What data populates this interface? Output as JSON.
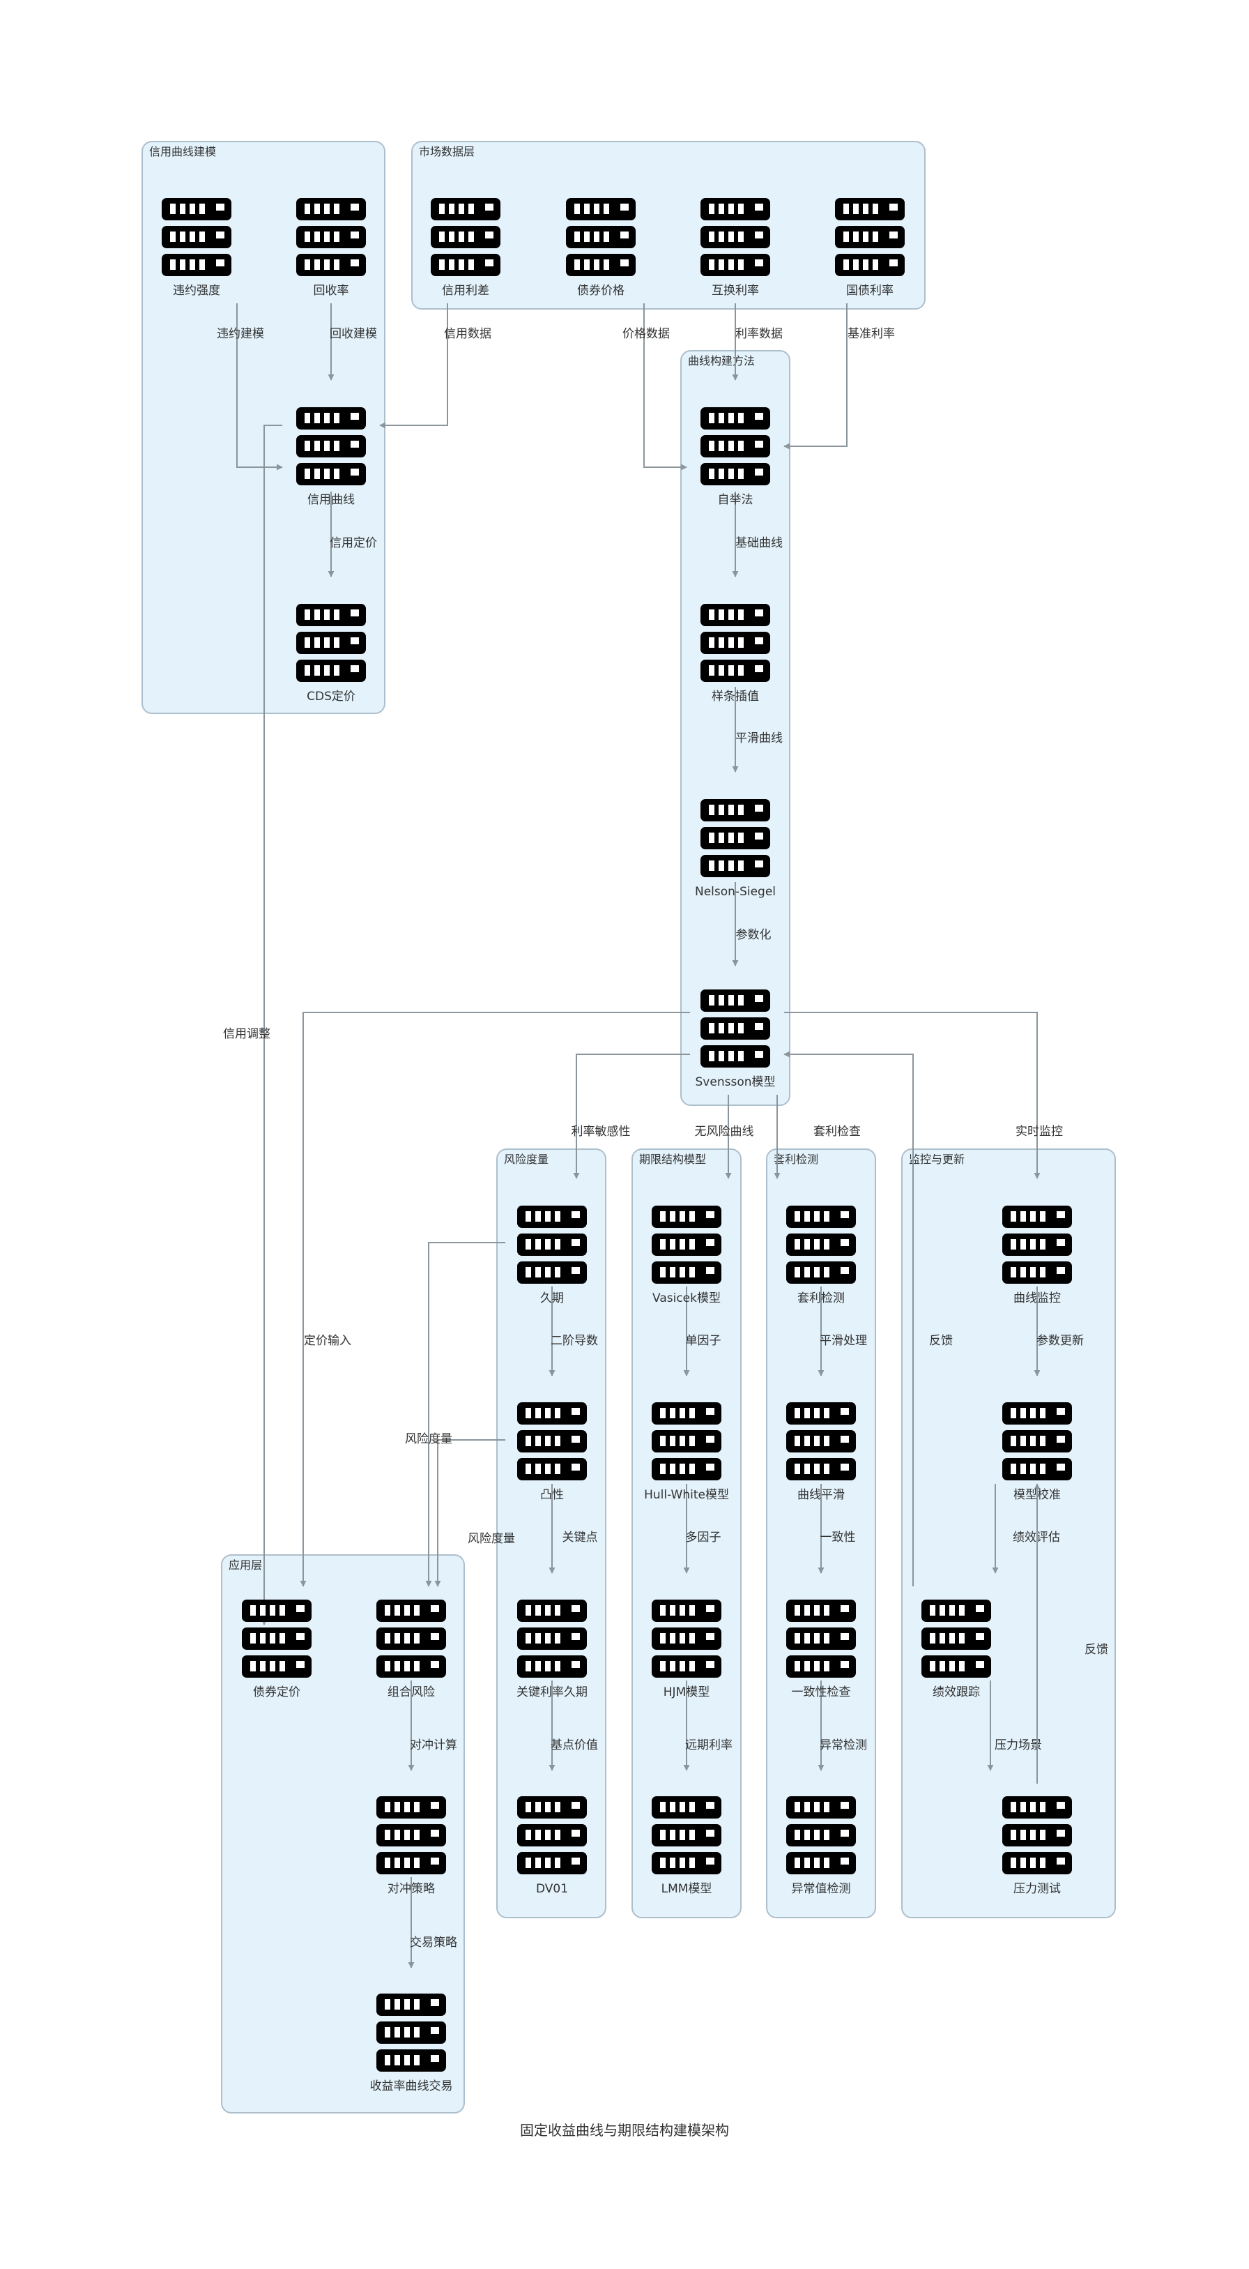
{
  "title": "固定收益曲线与期限结构建模架构",
  "colors": {
    "group_fill": "#e3f2fb",
    "group_stroke": "#aebfcc",
    "edge": "#8a959c",
    "icon": "#000000"
  },
  "icon": "server-rack-icon",
  "groups": [
    {
      "id": "credit",
      "label": "信用曲线建模"
    },
    {
      "id": "market",
      "label": "市场数据层"
    },
    {
      "id": "curve",
      "label": "曲线构建方法"
    },
    {
      "id": "risk",
      "label": "风险度量"
    },
    {
      "id": "term",
      "label": "期限结构模型"
    },
    {
      "id": "arb",
      "label": "套利检测"
    },
    {
      "id": "monitor",
      "label": "监控与更新"
    },
    {
      "id": "app",
      "label": "应用层"
    }
  ],
  "nodes": [
    {
      "id": "default_intensity",
      "label": "违约强度"
    },
    {
      "id": "recovery",
      "label": "回收率"
    },
    {
      "id": "credit_curve",
      "label": "信用曲线"
    },
    {
      "id": "cds",
      "label": "CDS定价"
    },
    {
      "id": "credit_spread",
      "label": "信用利差"
    },
    {
      "id": "bond_price",
      "label": "债券价格"
    },
    {
      "id": "swap_rate",
      "label": "互换利率"
    },
    {
      "id": "treasury_rate",
      "label": "国债利率"
    },
    {
      "id": "bootstrap",
      "label": "自举法"
    },
    {
      "id": "spline",
      "label": "样条插值"
    },
    {
      "id": "nelson",
      "label": "Nelson-Siegel"
    },
    {
      "id": "svensson",
      "label": "Svensson模型"
    },
    {
      "id": "duration",
      "label": "久期"
    },
    {
      "id": "convexity",
      "label": "凸性"
    },
    {
      "id": "krd",
      "label": "关键利率久期"
    },
    {
      "id": "dv01",
      "label": "DV01"
    },
    {
      "id": "vasicek",
      "label": "Vasicek模型"
    },
    {
      "id": "hullwhite",
      "label": "Hull-White模型"
    },
    {
      "id": "hjm",
      "label": "HJM模型"
    },
    {
      "id": "lmm",
      "label": "LMM模型"
    },
    {
      "id": "arb_check",
      "label": "套利检测"
    },
    {
      "id": "smooth",
      "label": "曲线平滑"
    },
    {
      "id": "consistency",
      "label": "一致性检查"
    },
    {
      "id": "outlier",
      "label": "异常值检测"
    },
    {
      "id": "curve_monitor",
      "label": "曲线监控"
    },
    {
      "id": "calibration",
      "label": "模型校准"
    },
    {
      "id": "perf_track",
      "label": "绩效跟踪"
    },
    {
      "id": "stress",
      "label": "压力测试"
    },
    {
      "id": "bond_pricing",
      "label": "债券定价"
    },
    {
      "id": "portfolio_risk",
      "label": "组合风险"
    },
    {
      "id": "hedge",
      "label": "对冲策略"
    },
    {
      "id": "yc_trade",
      "label": "收益率曲线交易"
    }
  ],
  "edges": [
    {
      "from": "default_intensity",
      "to": "credit_curve",
      "label": "违约建模"
    },
    {
      "from": "recovery",
      "to": "credit_curve",
      "label": "回收建模"
    },
    {
      "from": "credit_spread",
      "to": "credit_curve",
      "label": "信用数据"
    },
    {
      "from": "bond_price",
      "to": "bootstrap",
      "label": "价格数据"
    },
    {
      "from": "swap_rate",
      "to": "bootstrap",
      "label": "利率数据"
    },
    {
      "from": "treasury_rate",
      "to": "bootstrap",
      "label": "基准利率"
    },
    {
      "from": "credit_curve",
      "to": "cds",
      "label": "信用定价"
    },
    {
      "from": "bootstrap",
      "to": "spline",
      "label": "基础曲线"
    },
    {
      "from": "spline",
      "to": "nelson",
      "label": "平滑曲线"
    },
    {
      "from": "nelson",
      "to": "svensson",
      "label": "参数化"
    },
    {
      "from": "credit_curve",
      "to": "bond_pricing",
      "label": "信用调整"
    },
    {
      "from": "svensson",
      "to": "bond_pricing",
      "label": "定价输入"
    },
    {
      "from": "svensson",
      "to": "duration",
      "label": "利率敏感性"
    },
    {
      "from": "svensson",
      "to": "vasicek",
      "label": "无风险曲线"
    },
    {
      "from": "svensson",
      "to": "arb_check",
      "label": "套利检查"
    },
    {
      "from": "svensson",
      "to": "curve_monitor",
      "label": "实时监控"
    },
    {
      "from": "duration",
      "to": "convexity",
      "label": "二阶导数"
    },
    {
      "from": "convexity",
      "to": "krd",
      "label": "关键点"
    },
    {
      "from": "krd",
      "to": "dv01",
      "label": "基点价值"
    },
    {
      "from": "duration",
      "to": "portfolio_risk",
      "label": "风险度量"
    },
    {
      "from": "convexity",
      "to": "portfolio_risk",
      "label": "风险度量"
    },
    {
      "from": "vasicek",
      "to": "hullwhite",
      "label": "单因子"
    },
    {
      "from": "hullwhite",
      "to": "hjm",
      "label": "多因子"
    },
    {
      "from": "hjm",
      "to": "lmm",
      "label": "远期利率"
    },
    {
      "from": "arb_check",
      "to": "smooth",
      "label": "平滑处理"
    },
    {
      "from": "smooth",
      "to": "consistency",
      "label": "一致性"
    },
    {
      "from": "consistency",
      "to": "outlier",
      "label": "异常检测"
    },
    {
      "from": "curve_monitor",
      "to": "calibration",
      "label": "参数更新"
    },
    {
      "from": "calibration",
      "to": "perf_track",
      "label": "绩效评估"
    },
    {
      "from": "perf_track",
      "to": "svensson",
      "label": "反馈"
    },
    {
      "from": "perf_track",
      "to": "stress",
      "label": "压力场景"
    },
    {
      "from": "stress",
      "to": "calibration",
      "label": "反馈"
    },
    {
      "from": "portfolio_risk",
      "to": "hedge",
      "label": "对冲计算"
    },
    {
      "from": "hedge",
      "to": "yc_trade",
      "label": "交易策略"
    }
  ]
}
